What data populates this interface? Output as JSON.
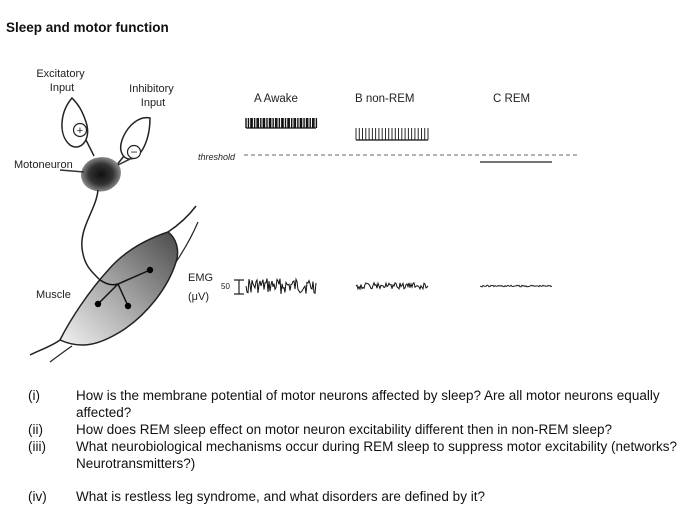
{
  "title": "Sleep and motor function",
  "diagram": {
    "excitatory_input": [
      "Excitatory",
      "Input"
    ],
    "inhibitory_input": [
      "Inhibitory",
      "Input"
    ],
    "excitatory_sign": "+",
    "inhibitory_sign": "−",
    "motoneuron": "Motoneuron",
    "muscle": "Muscle",
    "threshold": "threshold",
    "emg_label": "EMG",
    "emg_unit": "(μV)",
    "scale_value": "50",
    "panels": [
      {
        "letter": "A",
        "label": "Awake"
      },
      {
        "letter": "B",
        "label": "non-REM"
      },
      {
        "letter": "C",
        "label": "REM"
      }
    ]
  },
  "questions": [
    {
      "num": "(i)",
      "text": "How is the membrane potential of motor neurons affected by sleep? Are all motor neurons equally affected?"
    },
    {
      "num": "(ii)",
      "text": "How does REM sleep effect on motor neuron excitability different then in non-REM sleep?"
    },
    {
      "num": "(iii)",
      "text": "What neurobiological mechanisms occur during REM sleep to suppress motor excitability (networks? Neurotransmitters?)"
    },
    {
      "num": "(iv)",
      "text": "What is restless leg syndrome, and what disorders are defined by it?"
    }
  ]
}
